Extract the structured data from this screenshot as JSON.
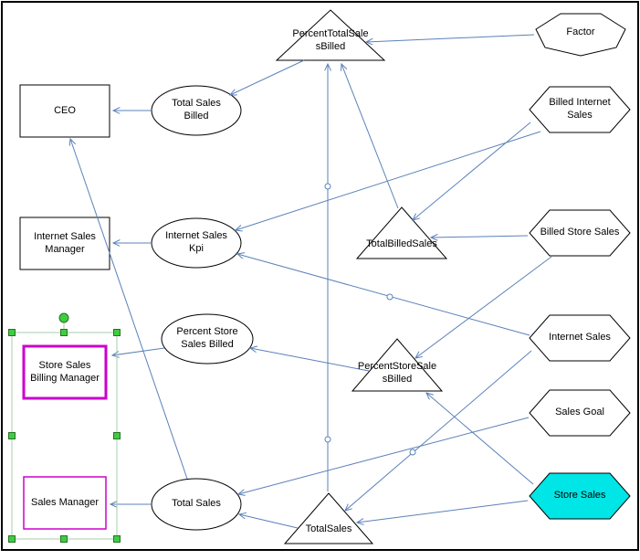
{
  "colors": {
    "canvas_border": "#000000",
    "shape_border": "#000000",
    "shape_fill": "#FFFFFF",
    "edge_line": "#5B81B9",
    "selection_magenta": "#CC00CC",
    "store_sales_fill": "#00E5E5",
    "handle_green": "#3FCC3F",
    "handle_green_border": "#267326",
    "selection_outline": "#A8CCA8"
  },
  "nodes": {
    "ceo": {
      "label": "CEO",
      "shape": "rectangle"
    },
    "internet_sales_manager": {
      "label": "Internet Sales\nManager",
      "shape": "rectangle"
    },
    "store_sales_billing_manager": {
      "label": "Store Sales\nBilling Manager",
      "shape": "rectangle",
      "selected": true,
      "border_color": "#CC00CC"
    },
    "sales_manager": {
      "label": "Sales Manager",
      "shape": "rectangle",
      "selected": true,
      "border_color": "#CC00CC"
    },
    "total_sales_billed": {
      "label": "Total Sales\nBilled",
      "shape": "ellipse"
    },
    "internet_sales_kpi": {
      "label": "Internet Sales\nKpi",
      "shape": "ellipse"
    },
    "percent_store_sales_billed_kpi": {
      "label": "Percent Store\nSales Billed",
      "shape": "ellipse"
    },
    "total_sales_kpi": {
      "label": "Total Sales",
      "shape": "ellipse"
    },
    "percent_total_sales_billed_calc": {
      "label": "PercentTotalSale\nsBilled",
      "shape": "triangle"
    },
    "total_billed_sales_calc": {
      "label": "TotalBilledSales",
      "shape": "triangle"
    },
    "percent_store_sales_billed_calc": {
      "label": "PercentStoreSale\nsBilled",
      "shape": "triangle"
    },
    "total_sales_calc": {
      "label": "TotalSales",
      "shape": "triangle"
    },
    "factor": {
      "label": "Factor",
      "shape": "heptagon"
    },
    "billed_internet_sales": {
      "label": "Billed Internet\nSales",
      "shape": "hexagon"
    },
    "billed_store_sales": {
      "label": "Billed Store Sales",
      "shape": "hexagon"
    },
    "internet_sales": {
      "label": "Internet Sales",
      "shape": "hexagon"
    },
    "sales_goal": {
      "label": "Sales Goal",
      "shape": "hexagon"
    },
    "store_sales": {
      "label": "Store Sales",
      "shape": "hexagon",
      "fill": "#00E5E5"
    }
  },
  "edges": [
    {
      "from": "total_sales_billed",
      "to": "ceo"
    },
    {
      "from": "percent_total_sales_billed_calc",
      "to": "total_sales_billed"
    },
    {
      "from": "total_billed_sales_calc",
      "to": "percent_total_sales_billed_calc"
    },
    {
      "from": "total_sales_calc",
      "to": "percent_total_sales_billed_calc"
    },
    {
      "from": "factor",
      "to": "percent_total_sales_billed_calc"
    },
    {
      "from": "billed_internet_sales",
      "to": "total_billed_sales_calc"
    },
    {
      "from": "billed_store_sales",
      "to": "total_billed_sales_calc"
    },
    {
      "from": "internet_sales_kpi",
      "to": "internet_sales_manager"
    },
    {
      "from": "internet_sales",
      "to": "internet_sales_kpi"
    },
    {
      "from": "billed_internet_sales",
      "to": "internet_sales_kpi"
    },
    {
      "from": "percent_store_sales_billed_calc",
      "to": "percent_store_sales_billed_kpi"
    },
    {
      "from": "percent_store_sales_billed_kpi",
      "to": "store_sales_billing_manager"
    },
    {
      "from": "billed_store_sales",
      "to": "percent_store_sales_billed_calc"
    },
    {
      "from": "store_sales",
      "to": "percent_store_sales_billed_calc"
    },
    {
      "from": "internet_sales",
      "to": "total_sales_calc"
    },
    {
      "from": "store_sales",
      "to": "total_sales_calc"
    },
    {
      "from": "total_sales_calc",
      "to": "total_sales_kpi"
    },
    {
      "from": "total_sales_kpi",
      "to": "sales_manager"
    },
    {
      "from": "total_sales_kpi",
      "to": "ceo"
    },
    {
      "from": "sales_goal",
      "to": "total_sales_kpi"
    }
  ],
  "selection": {
    "selected_nodes": [
      "store_sales_billing_manager",
      "sales_manager"
    ],
    "primary": "store_sales_billing_manager",
    "handle_count": 8,
    "has_rotation_handle": true
  }
}
